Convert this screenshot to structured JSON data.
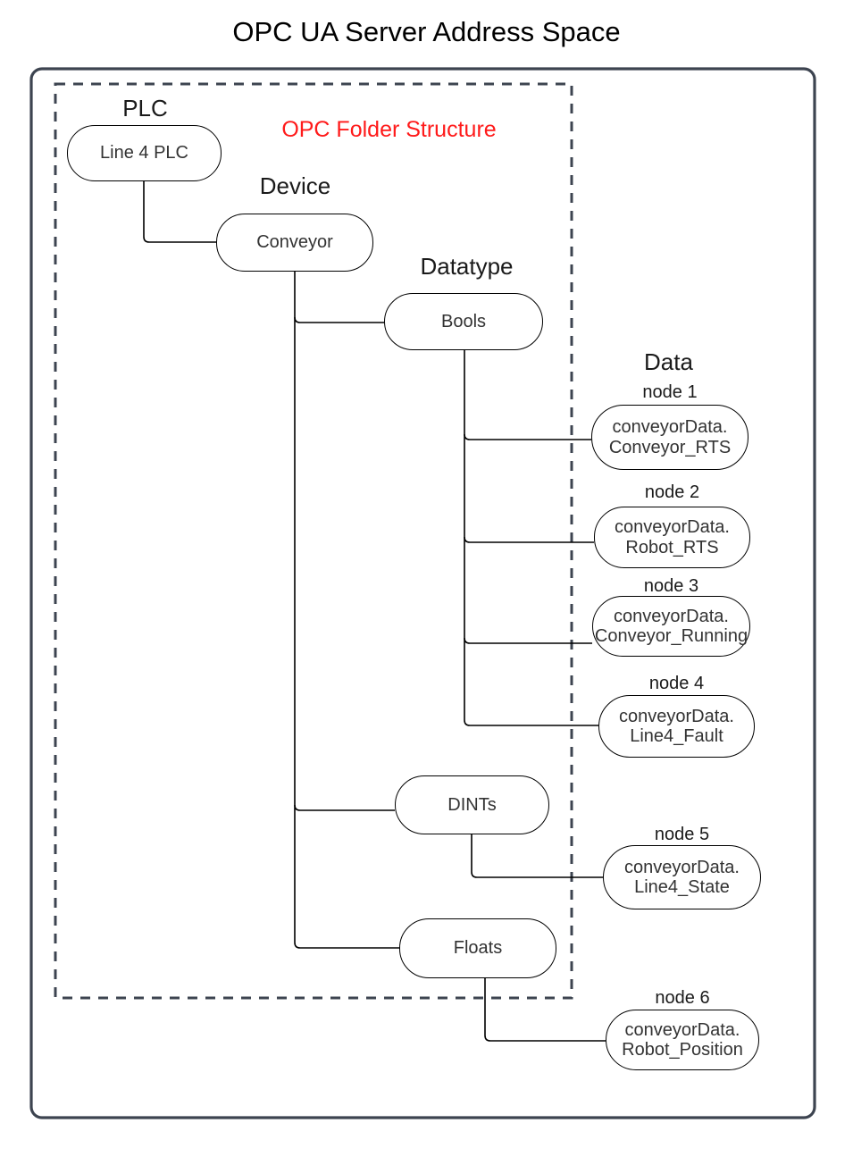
{
  "diagram": {
    "title": "OPC UA Server Address Space",
    "inner_label": "OPC Folder Structure",
    "inner_label_color": "#ff1a1a"
  },
  "columns": [
    {
      "key": "plc",
      "caption": "PLC"
    },
    {
      "key": "device",
      "caption": "Device"
    },
    {
      "key": "datatype",
      "caption": "Datatype"
    },
    {
      "key": "data",
      "caption": "Data"
    }
  ],
  "nodes": {
    "plc": {
      "label": "Line 4 PLC"
    },
    "device": {
      "label": "Conveyor"
    },
    "bools": {
      "label": "Bools"
    },
    "dints": {
      "label": "DINTs"
    },
    "floats": {
      "label": "Floats"
    },
    "node1": {
      "caption": "node 1",
      "line1": "conveyorData.",
      "line2": "Conveyor_RTS"
    },
    "node2": {
      "caption": "node 2",
      "line1": "conveyorData.",
      "line2": "Robot_RTS"
    },
    "node3": {
      "caption": "node 3",
      "line1": "conveyorData.",
      "line2": "Conveyor_Running"
    },
    "node4": {
      "caption": "node 4",
      "line1": "conveyorData.",
      "line2": "Line4_Fault"
    },
    "node5": {
      "caption": "node 5",
      "line1": "conveyorData.",
      "line2": "Line4_State"
    },
    "node6": {
      "caption": "node 6",
      "line1": "conveyorData.",
      "line2": "Robot_Position"
    }
  },
  "chart_data": {
    "type": "diagram",
    "title": "OPC UA Server Address Space",
    "structure": "tree",
    "levels": [
      "PLC",
      "Device",
      "Datatype",
      "Data"
    ],
    "edges": [
      {
        "from": "Line 4 PLC",
        "to": "Conveyor"
      },
      {
        "from": "Conveyor",
        "to": "Bools"
      },
      {
        "from": "Conveyor",
        "to": "DINTs"
      },
      {
        "from": "Conveyor",
        "to": "Floats"
      },
      {
        "from": "Bools",
        "to": "conveyorData.Conveyor_RTS"
      },
      {
        "from": "Bools",
        "to": "conveyorData.Robot_RTS"
      },
      {
        "from": "Bools",
        "to": "conveyorData.Conveyor_Running"
      },
      {
        "from": "Bools",
        "to": "conveyorData.Line4_Fault"
      },
      {
        "from": "DINTs",
        "to": "conveyorData.Line4_State"
      },
      {
        "from": "Floats",
        "to": "conveyorData.Robot_Position"
      }
    ],
    "grouping": {
      "dashed_region_label": "OPC Folder Structure",
      "dashed_region_members": [
        "Line 4 PLC",
        "Conveyor",
        "Bools",
        "DINTs",
        "Floats"
      ]
    }
  }
}
